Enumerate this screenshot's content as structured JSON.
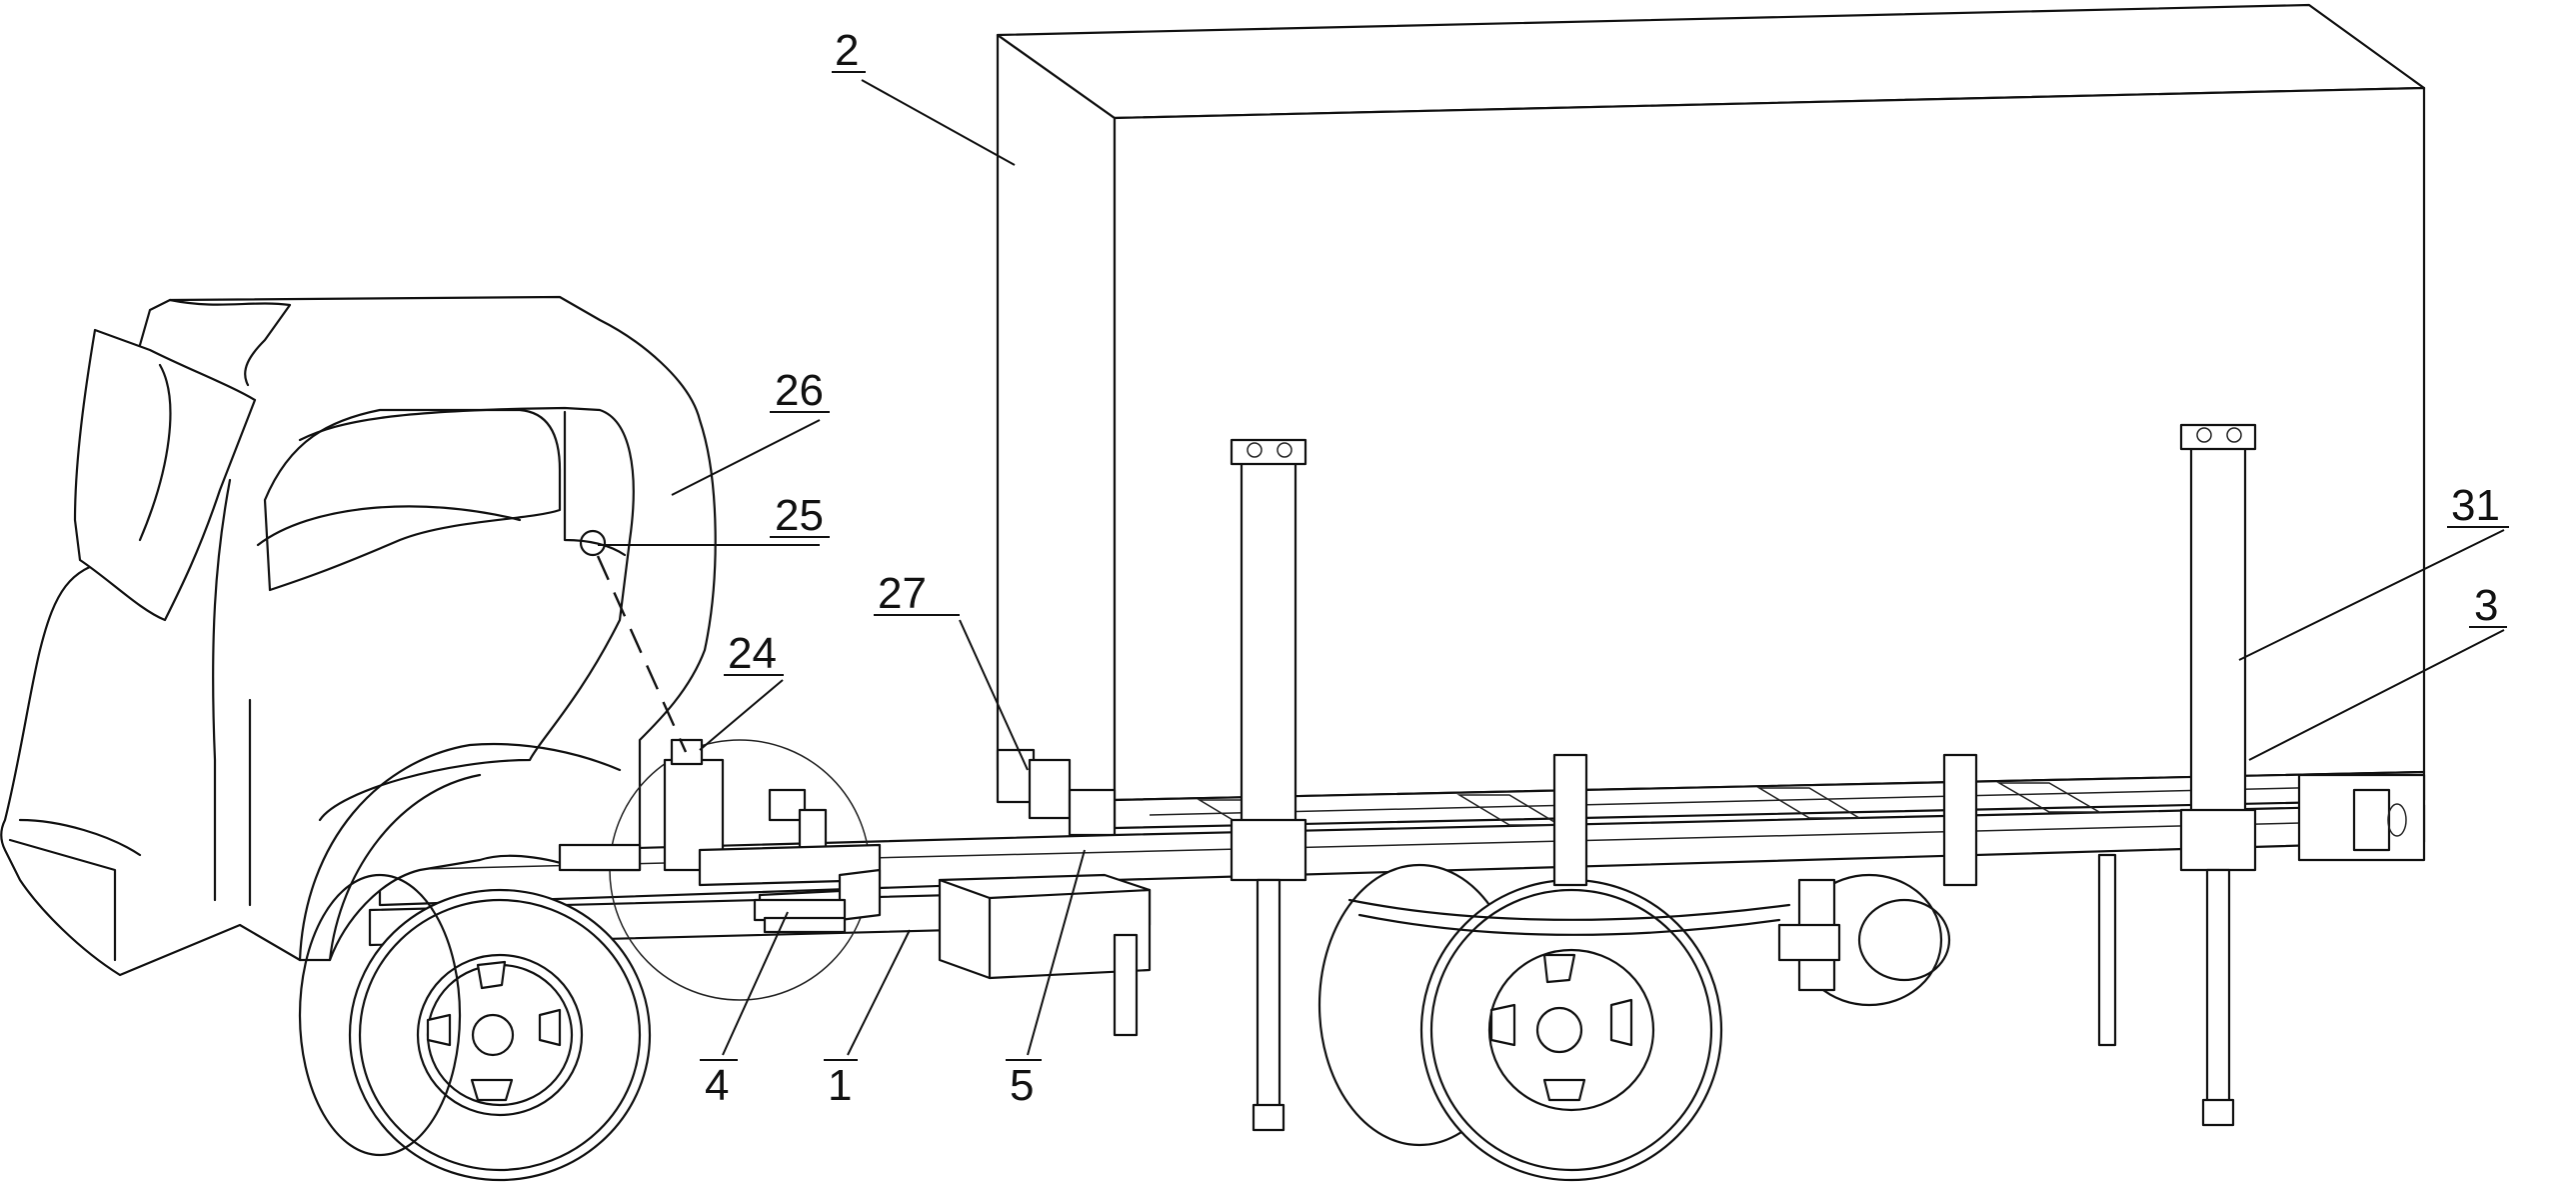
{
  "figure": {
    "labels": {
      "l1": "1",
      "l2": "2",
      "l3": "3",
      "l31": "31",
      "l4": "4",
      "l5": "5",
      "l24": "24",
      "l25": "25",
      "l26": "26",
      "l27": "27"
    }
  }
}
